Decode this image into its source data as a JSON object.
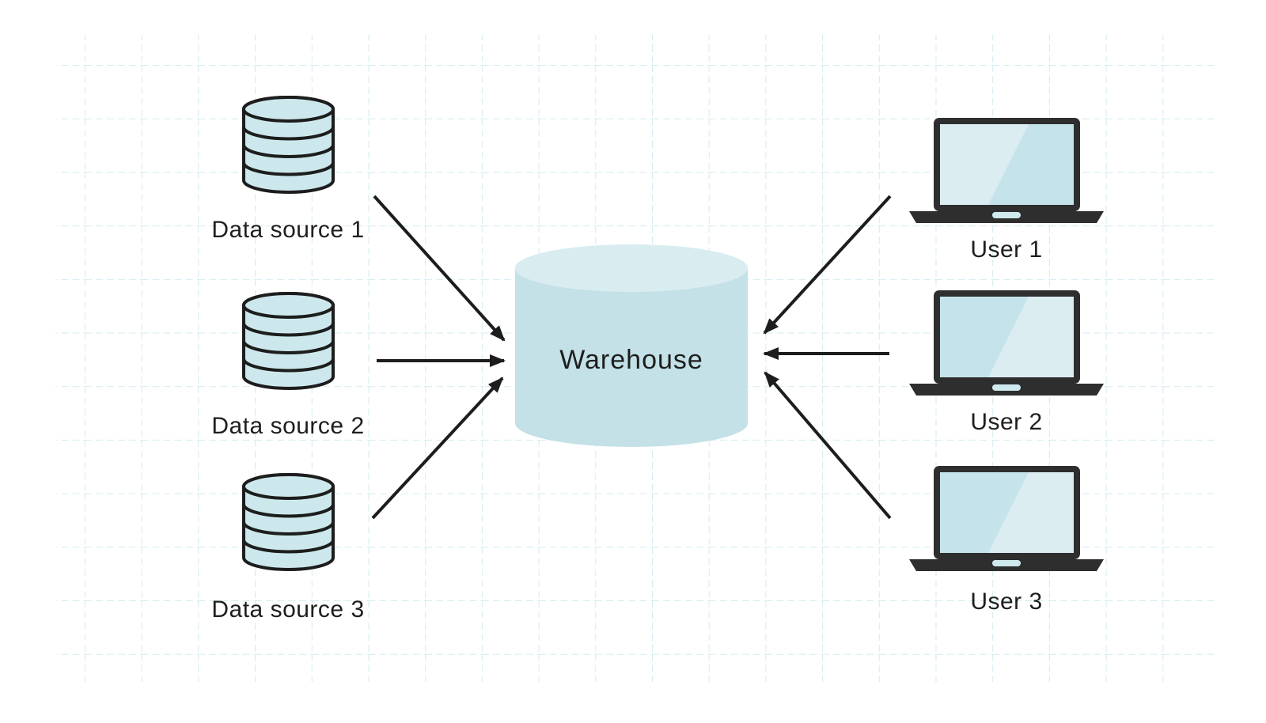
{
  "diagram": {
    "type": "data-warehouse-architecture",
    "center": {
      "label": "Warehouse",
      "shape": "cylinder"
    },
    "data_sources": [
      {
        "label": "Data source 1",
        "shape": "database-cylinder"
      },
      {
        "label": "Data source 2",
        "shape": "database-cylinder"
      },
      {
        "label": "Data source 3",
        "shape": "database-cylinder"
      }
    ],
    "users": [
      {
        "label": "User 1",
        "shape": "laptop"
      },
      {
        "label": "User 2",
        "shape": "laptop"
      },
      {
        "label": "User 3",
        "shape": "laptop"
      }
    ],
    "connections": [
      {
        "from": "Data source 1",
        "to": "Warehouse",
        "direction": "into-warehouse"
      },
      {
        "from": "Data source 2",
        "to": "Warehouse",
        "direction": "into-warehouse"
      },
      {
        "from": "Data source 3",
        "to": "Warehouse",
        "direction": "into-warehouse"
      },
      {
        "from": "User 1",
        "to": "Warehouse",
        "direction": "into-warehouse"
      },
      {
        "from": "User 2",
        "to": "Warehouse",
        "direction": "into-warehouse"
      },
      {
        "from": "User 3",
        "to": "Warehouse",
        "direction": "into-warehouse"
      }
    ],
    "colors": {
      "background": "#ffffff",
      "grid_dash": "#d3ebef",
      "outline_and_arrows": "#1d1d1d",
      "database_fill": "#cde8ed",
      "warehouse_body": "#c3e1e7",
      "warehouse_top": "#d9edf1",
      "laptop_frame": "#2e2e2e",
      "screen_light": "#dcedf2",
      "screen_shade": "#c5e3ea",
      "text": "#1e1e1e"
    }
  }
}
